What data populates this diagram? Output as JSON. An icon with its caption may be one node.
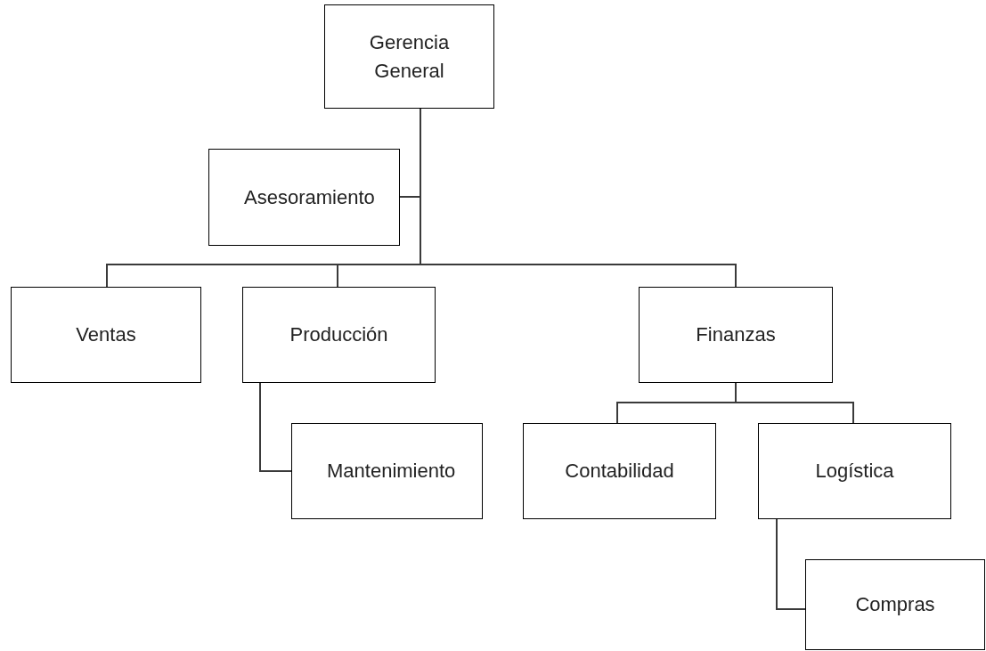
{
  "diagram": {
    "nodes": [
      {
        "text": [
          "Gerencia General"
        ]
      },
      {
        "text": [
          "Asesoramiento"
        ]
      },
      {
        "text": [
          "Ventas"
        ]
      },
      {
        "text": [
          "Producción"
        ]
      },
      {
        "text": [
          "Finanzas"
        ]
      },
      {
        "text": [
          "Mantenimiento"
        ]
      },
      {
        "text": [
          "Contabilidad"
        ]
      },
      {
        "text": [
          "Logística"
        ]
      },
      {
        "text": [
          "Compras"
        ]
      }
    ],
    "edges": [
      {
        "from": 0,
        "to": 1,
        "arrow": "none"
      },
      {
        "from": 0,
        "to": 2,
        "arrow": "none"
      },
      {
        "from": 0,
        "to": 3,
        "arrow": "none"
      },
      {
        "from": 0,
        "to": 4,
        "arrow": "none"
      },
      {
        "from": 3,
        "to": 5,
        "arrow": "none"
      },
      {
        "from": 4,
        "to": 6,
        "arrow": "none"
      },
      {
        "from": 4,
        "to": 7,
        "arrow": "none"
      },
      {
        "from": 7,
        "to": 8,
        "arrow": "none"
      }
    ]
  }
}
